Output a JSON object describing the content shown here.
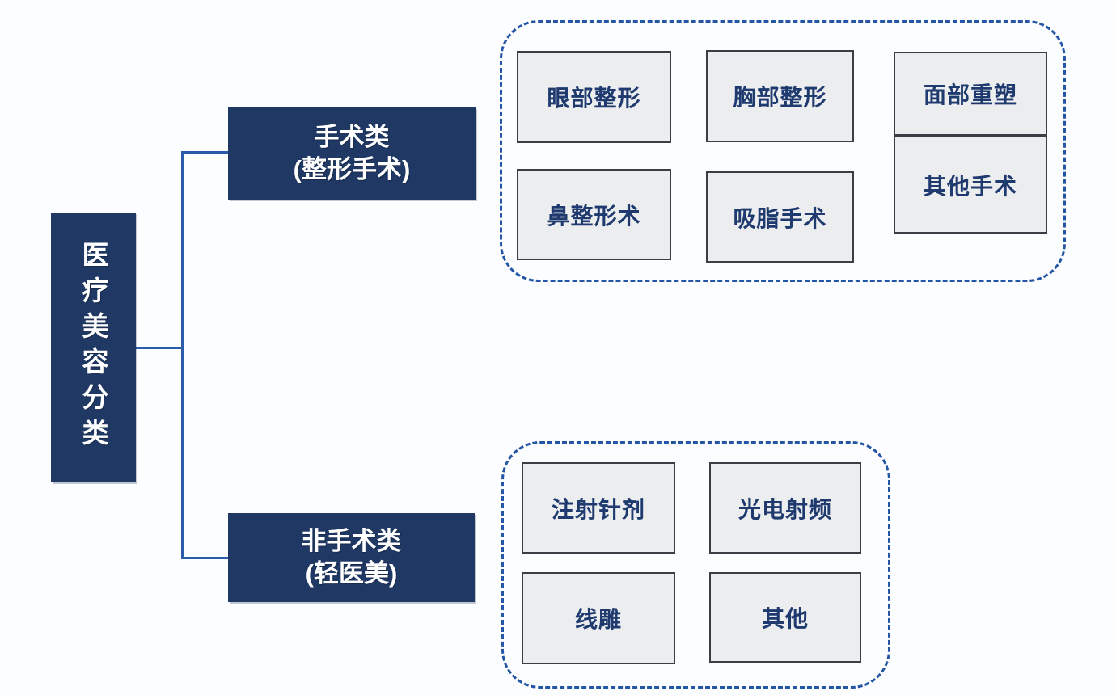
{
  "diagram_title": "医疗美容分类",
  "colors": {
    "node_navy": "#1f3864",
    "connector_blue": "#2b5caa",
    "dashed_border_blue": "#2456a6",
    "item_fill": "#ecedef",
    "item_border": "#3d3d46",
    "item_text_navy": "#1f3a6e",
    "background": "#fcfdff"
  },
  "root": {
    "label": "医疗美容分类"
  },
  "branches": [
    {
      "title": "手术类",
      "subtitle": "(整形手术)",
      "items": [
        "眼部整形",
        "胸部整形",
        "面部重塑",
        "鼻整形术",
        "吸脂手术",
        "其他手术"
      ]
    },
    {
      "title": "非手术类",
      "subtitle": "(轻医美)",
      "items": [
        "注射针剂",
        "光电射频",
        "线雕",
        "其他"
      ]
    }
  ]
}
